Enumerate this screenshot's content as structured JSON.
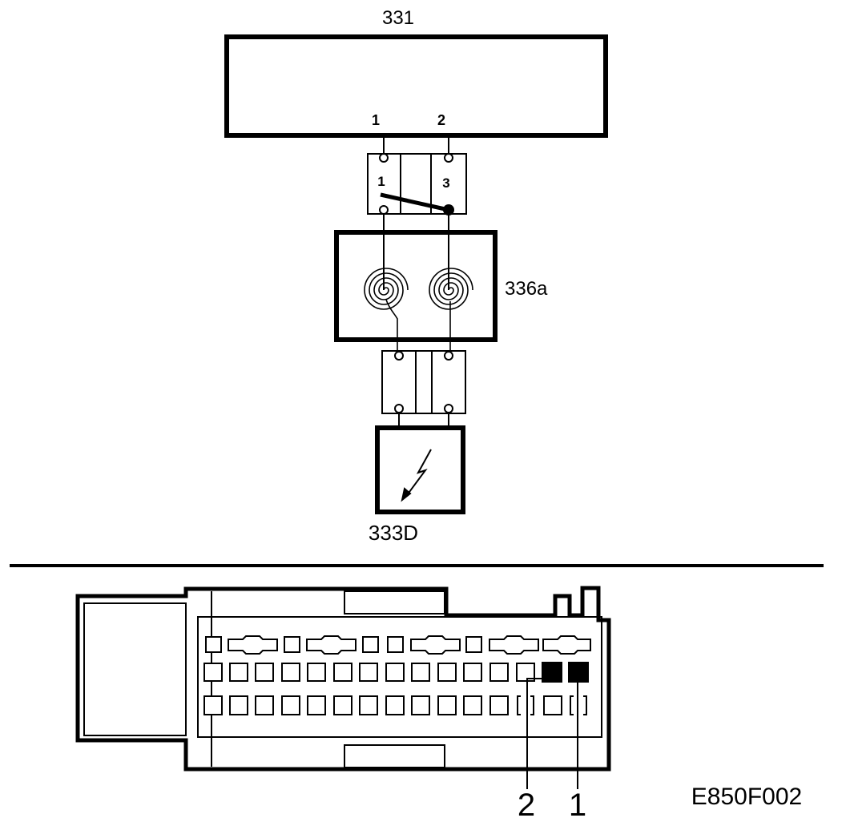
{
  "labels": {
    "ecu": "331",
    "ecu_pin_1": "1",
    "ecu_pin_2": "2",
    "connector_top_pin_1": "1",
    "connector_top_pin_3": "3",
    "rotary_contact": "336a",
    "airbag": "333D",
    "callout_2": "2",
    "callout_1": "1",
    "figure_code": "E850F002"
  },
  "colors": {
    "ink": "#000000",
    "paper": "#ffffff"
  }
}
